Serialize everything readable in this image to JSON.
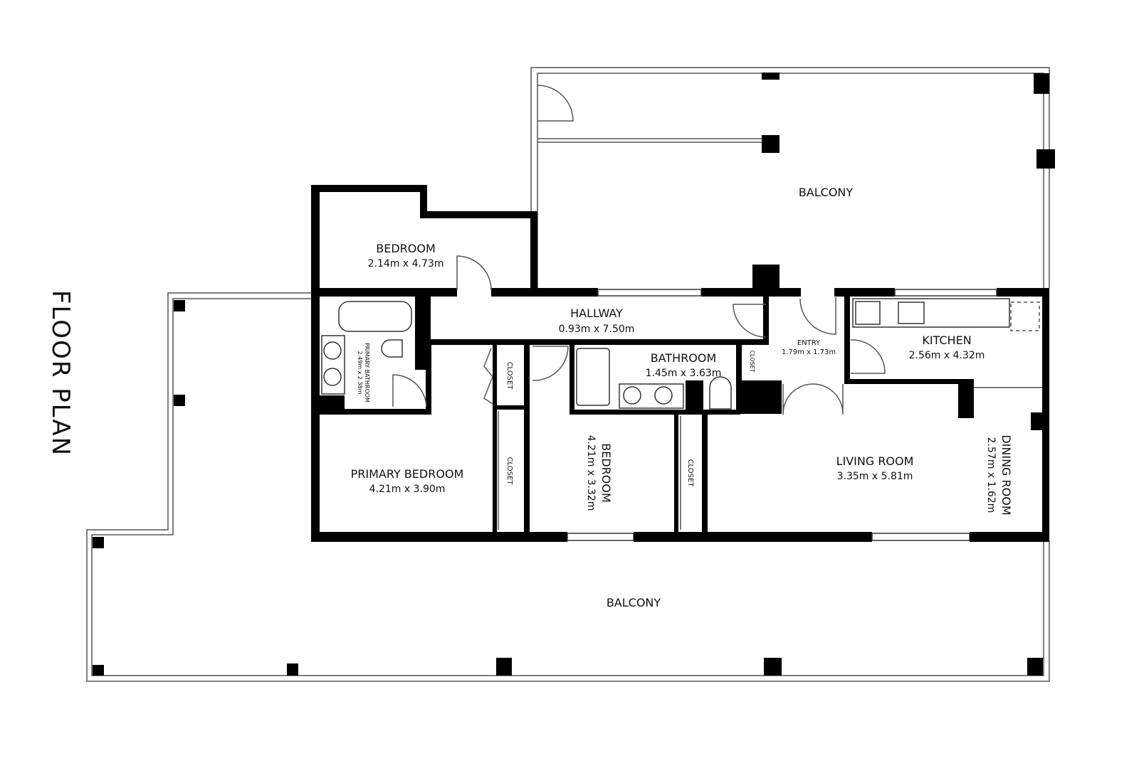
{
  "title": "FLOOR PLAN",
  "rooms": {
    "balcony_top": {
      "name": "BALCONY"
    },
    "balcony_bottom": {
      "name": "BALCONY"
    },
    "bedroom_small": {
      "name": "BEDROOM",
      "size": "2.14m x 4.73m"
    },
    "hallway": {
      "name": "HALLWAY",
      "size": "0.93m x 7.50m"
    },
    "primary_bathroom": {
      "name": "PRIMARY BATHROOM",
      "size": "2.49m x 2.38m"
    },
    "bathroom": {
      "name": "BATHROOM",
      "size": "1.45m x 3.63m"
    },
    "entry": {
      "name": "ENTRY",
      "size": "1.79m x 1.73m"
    },
    "kitchen": {
      "name": "KITCHEN",
      "size": "2.56m x 4.32m"
    },
    "primary_bedroom": {
      "name": "PRIMARY BEDROOM",
      "size": "4.21m x 3.90m"
    },
    "bedroom_middle": {
      "name": "BEDROOM",
      "size": "4.21m x 3.32m"
    },
    "living_room": {
      "name": "LIVING ROOM",
      "size": "3.35m x 5.81m"
    },
    "dining_room": {
      "name": "DINING ROOM",
      "size": "2.57m x 1.62m"
    },
    "closet_1": {
      "name": "CLOSET"
    },
    "closet_2": {
      "name": "CLOSET"
    },
    "closet_3": {
      "name": "CLOSET"
    },
    "closet_4": {
      "name": "CLOSET"
    }
  }
}
